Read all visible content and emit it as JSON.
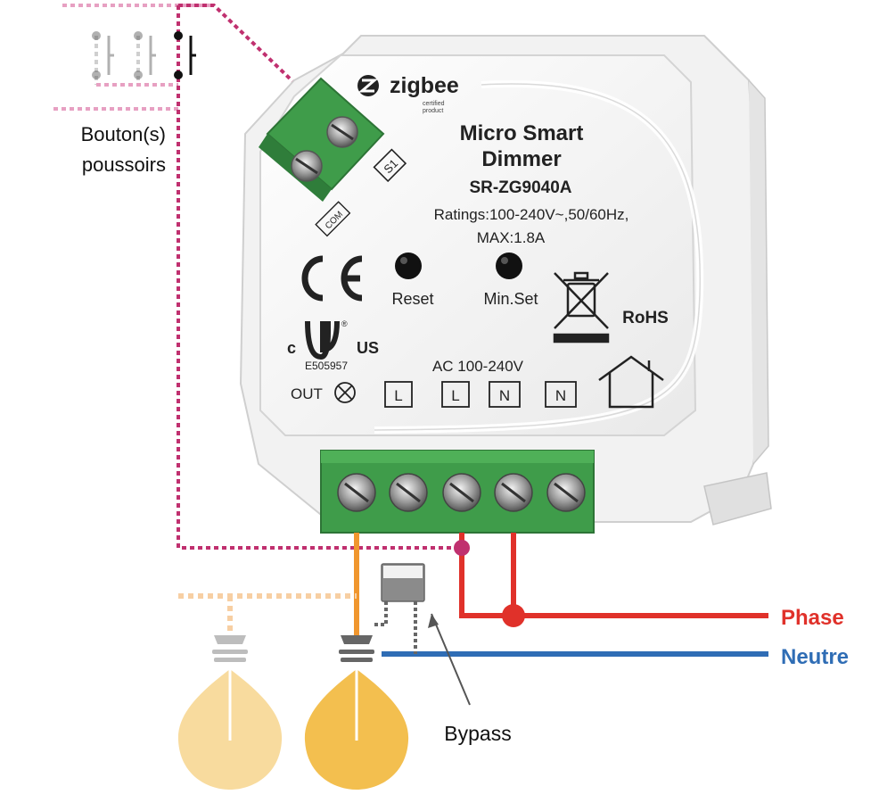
{
  "labels": {
    "buttons_line1": "Bouton(s)",
    "buttons_line2": "poussoirs",
    "phase": "Phase",
    "neutre": "Neutre",
    "bypass": "Bypass"
  },
  "device": {
    "brand": "zigbee",
    "brand_sub1": "certified",
    "brand_sub2": "product",
    "title_line1": "Micro Smart",
    "title_line2": "Dimmer",
    "model": "SR-ZG9040A",
    "ratings_line1": "Ratings:100-240V~,50/60Hz,",
    "ratings_line2": "MAX:1.8A",
    "reset_label": "Reset",
    "minset_label": "Min.Set",
    "rohs": "RoHS",
    "ce": "CE",
    "ul_c": "c",
    "ul_us": "US",
    "cert_number": "E505957",
    "ac_label": "AC 100-240V",
    "out_label": "OUT",
    "top_terminal_s1": "S1",
    "top_terminal_com": "COM",
    "terminals": [
      "L",
      "L",
      "N",
      "N"
    ]
  },
  "colors": {
    "phase": "#e0312a",
    "neutre": "#2f6db5",
    "switch_wire": "#c0306f",
    "button_wire_light": "#e7a0c2",
    "output_wire": "#f0962e",
    "output_wire_light": "#f7cfa3",
    "bulb_on": "#f3bf4f",
    "bulb_off": "#f8dfb0",
    "terminal_green": "#3f9c4a"
  }
}
